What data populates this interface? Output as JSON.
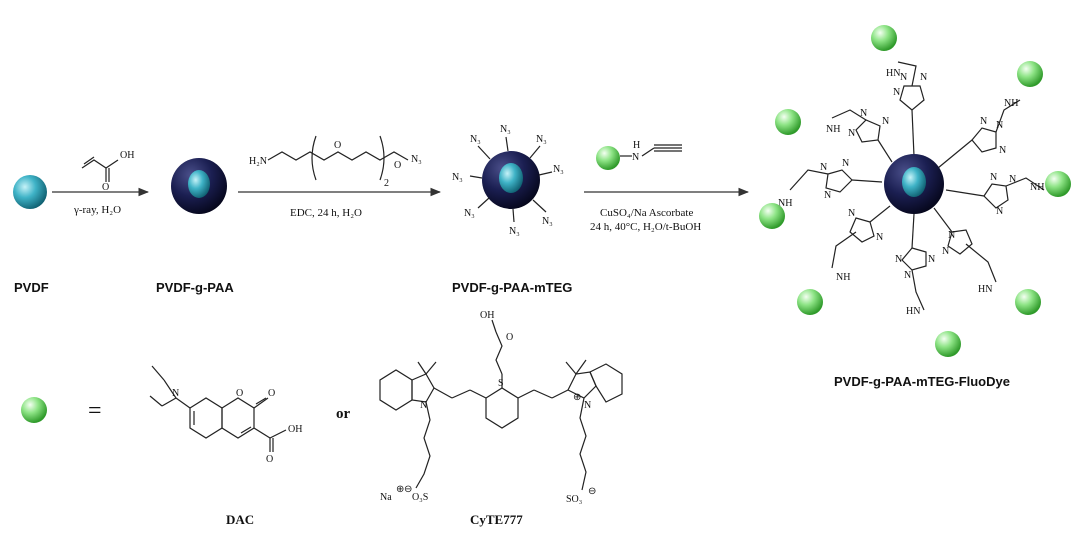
{
  "labels": {
    "pvdf": "PVDF",
    "pvdf_paa": "PVDF-g-PAA",
    "pvdf_paa_mteg": "PVDF-g-PAA-mTEG",
    "pvdf_paa_mteg_fluodye": "PVDF-g-PAA-mTEG-FluoDye",
    "dac": "DAC",
    "cyte": "CyTE777"
  },
  "conditions": {
    "step1": "γ-ray, H₂O",
    "step2": "EDC, 24 h, H₂O",
    "step3_line1": "CuSO₄/Na Ascorbate",
    "step3_line2": "24 h, 40°C, H₂O/t-BuOH"
  },
  "atoms": {
    "oh": "OH",
    "o": "O",
    "h2n": "H₂N",
    "n3": "N₃",
    "sub2": "2",
    "h": "H",
    "n": "N",
    "nh": "NH",
    "hn": "HN",
    "s": "S",
    "na": "Na",
    "o3s": "O₃S",
    "so3": "SO₃",
    "plus": "⊕",
    "minus": "⊖",
    "equals": "=",
    "or": "or"
  },
  "colors": {
    "pvdf_core": "#3fb3c7",
    "shell": "#15183f",
    "dye_sphere": "#6fd46a"
  }
}
